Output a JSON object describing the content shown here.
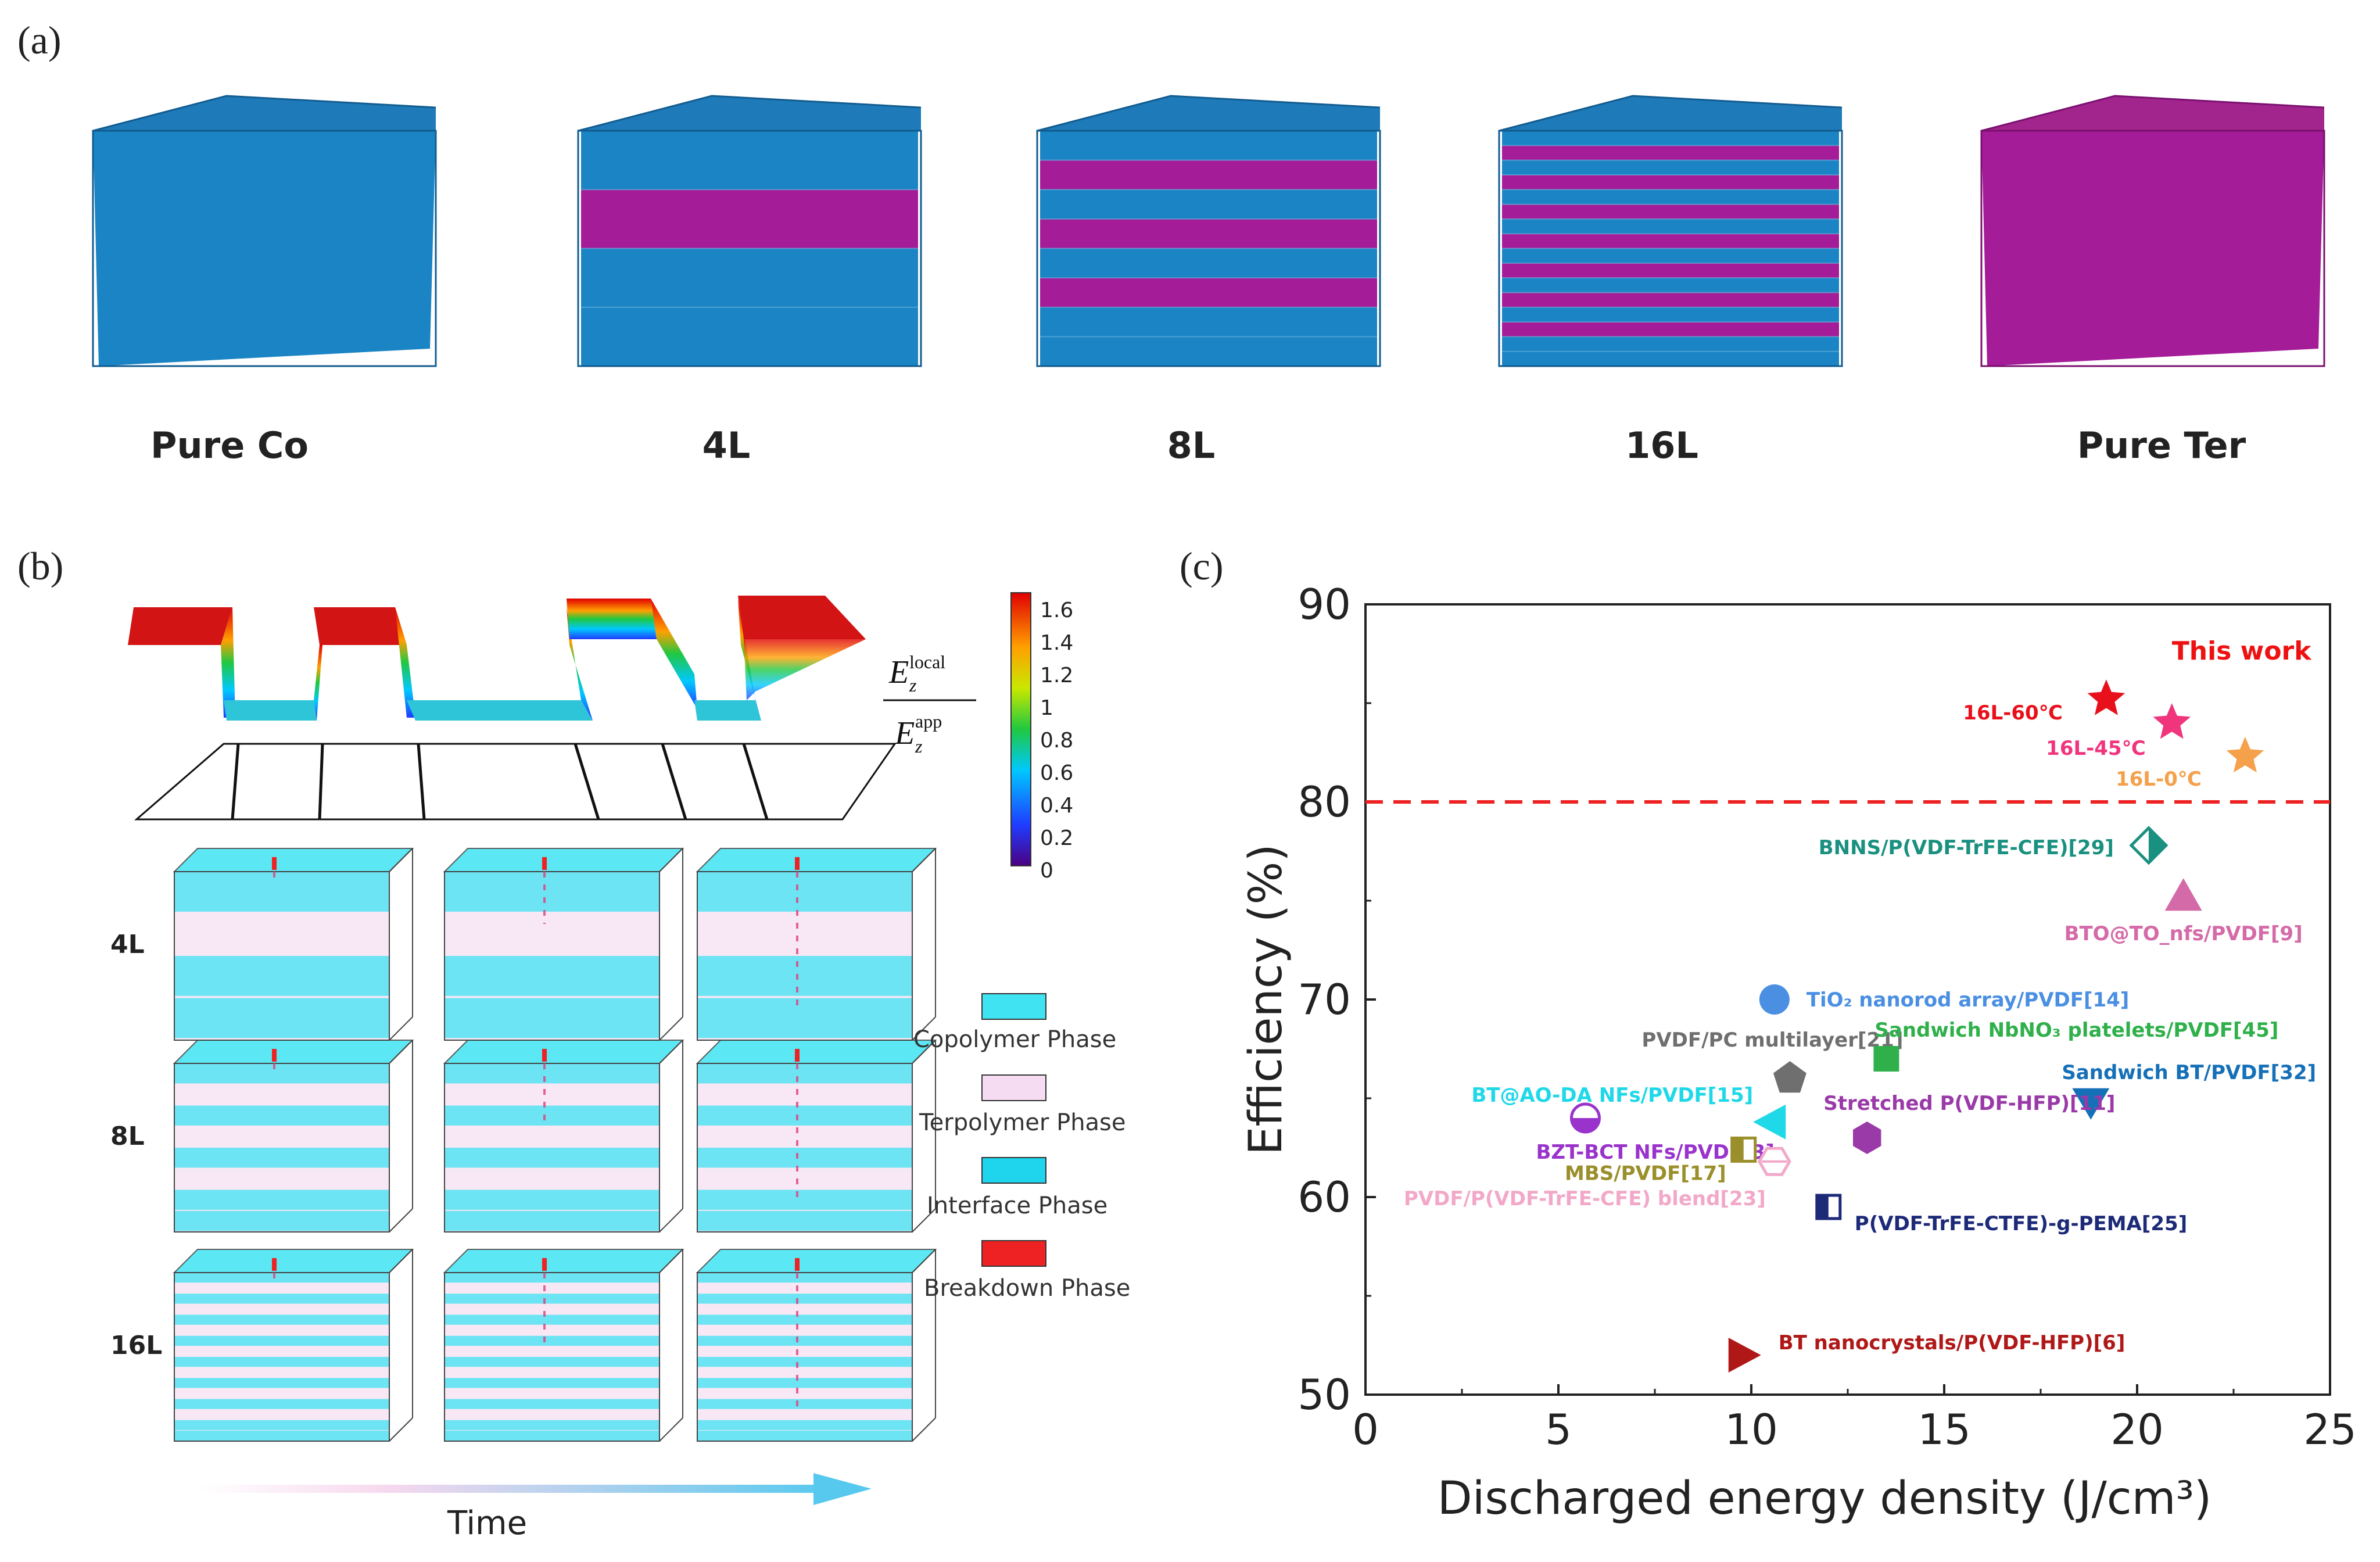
{
  "panels": {
    "a": "(a)",
    "b": "(b)",
    "c": "(c)"
  },
  "panel_a": {
    "cubes": [
      {
        "label": "Pure Co",
        "layers": 0,
        "base": "blue"
      },
      {
        "label": "4L",
        "layers": 4,
        "base": "blue"
      },
      {
        "label": "8L",
        "layers": 8,
        "base": "blue"
      },
      {
        "label": "16L",
        "layers": 16,
        "base": "blue"
      },
      {
        "label": "Pure Ter",
        "layers": 0,
        "base": "magenta"
      }
    ]
  },
  "panel_b": {
    "field_label_numerator": "E",
    "field_label_num_sub": "z",
    "field_label_num_sup": "local",
    "field_label_denominator": "E",
    "field_label_den_sub": "z",
    "field_label_den_sup": "app",
    "colorbar_ticks": [
      "1.6",
      "1.4",
      "1.2",
      "1",
      "0.8",
      "0.6",
      "0.4",
      "0.2",
      "0"
    ],
    "rows": [
      "4L",
      "8L",
      "16L"
    ],
    "legend": [
      {
        "label": "Copolymer Phase",
        "color": "#3fe3f2"
      },
      {
        "label": "Terpolymer Phase",
        "color": "#f5dcf2"
      },
      {
        "label": "Interface Phase",
        "color": "#1fd5ee"
      },
      {
        "label": "Breakdown Phase",
        "color": "#ee2222"
      }
    ],
    "time_label": "Time"
  },
  "chart_data": {
    "type": "scatter",
    "xlabel": "Discharged energy density (J/cm³)",
    "ylabel": "Efficiency (%)",
    "xlim": [
      0,
      25
    ],
    "ylim": [
      50,
      90
    ],
    "xticks": [
      "0",
      "5",
      "10",
      "15",
      "20",
      "25"
    ],
    "yticks": [
      "50",
      "60",
      "70",
      "80",
      "90"
    ],
    "reference_line": {
      "y": 80,
      "style": "dashed",
      "color": "#ee2222"
    },
    "annotation": {
      "text": "This work",
      "color": "#ee1111"
    },
    "points": [
      {
        "label": "16L-60℃",
        "x": 19.2,
        "y": 85.2,
        "marker": "star",
        "color": "#e8101a"
      },
      {
        "label": "16L-45℃",
        "x": 20.9,
        "y": 84.0,
        "marker": "star",
        "color": "#f0357d"
      },
      {
        "label": "16L-0℃",
        "x": 22.8,
        "y": 82.3,
        "marker": "star",
        "color": "#f5a04a"
      },
      {
        "label": "BNNS/P(VDF-TrFE-CFE)[29]",
        "x": 20.3,
        "y": 77.8,
        "marker": "diamond-half",
        "color": "#1a9080"
      },
      {
        "label": "BTO@TO_nfs/PVDF[9]",
        "x": 21.2,
        "y": 75.2,
        "marker": "triangle-up",
        "color": "#d56aa8"
      },
      {
        "label": "TiO₂ nanorod array/PVDF[14]",
        "x": 10.6,
        "y": 70.0,
        "marker": "circle",
        "color": "#4a8fe2"
      },
      {
        "label": "PVDF/PC multilayer[21]",
        "x": 11.0,
        "y": 66.0,
        "marker": "pentagon",
        "color": "#6f6f6f"
      },
      {
        "label": "Sandwich NbNO₃ platelets/PVDF[45]",
        "x": 13.5,
        "y": 67.0,
        "marker": "square",
        "color": "#2fb04a"
      },
      {
        "label": "BT@AO-DA NFs/PVDF[15]",
        "x": 10.5,
        "y": 63.8,
        "marker": "triangle-left",
        "color": "#1fd8e8"
      },
      {
        "label": "Sandwich BT/PVDF[32]",
        "x": 18.8,
        "y": 64.8,
        "marker": "triangle-down",
        "color": "#1670b8"
      },
      {
        "label": "Stretched P(VDF-HFP)[11]",
        "x": 13.0,
        "y": 63.0,
        "marker": "hexagon",
        "color": "#9a3aa8"
      },
      {
        "label": "BZT-BCT NFs/PVDF[3]",
        "x": 5.7,
        "y": 64.0,
        "marker": "circle-half",
        "color": "#9933cc"
      },
      {
        "label": "MBS/PVDF[17]",
        "x": 9.8,
        "y": 62.4,
        "marker": "square-half",
        "color": "#9a8f2a"
      },
      {
        "label": "PVDF/P(VDF-TrFE-CFE) blend[23]",
        "x": 10.6,
        "y": 61.8,
        "marker": "hexagon-half",
        "color": "#f2a8c8"
      },
      {
        "label": "P(VDF-TrFE-CTFE)-g-PEMA[25]",
        "x": 12.0,
        "y": 59.5,
        "marker": "square-half",
        "color": "#1c2a78"
      },
      {
        "label": "BT nanocrystals/P(VDF-HFP)[6]",
        "x": 9.8,
        "y": 52.0,
        "marker": "triangle-right",
        "color": "#b01818"
      }
    ]
  }
}
